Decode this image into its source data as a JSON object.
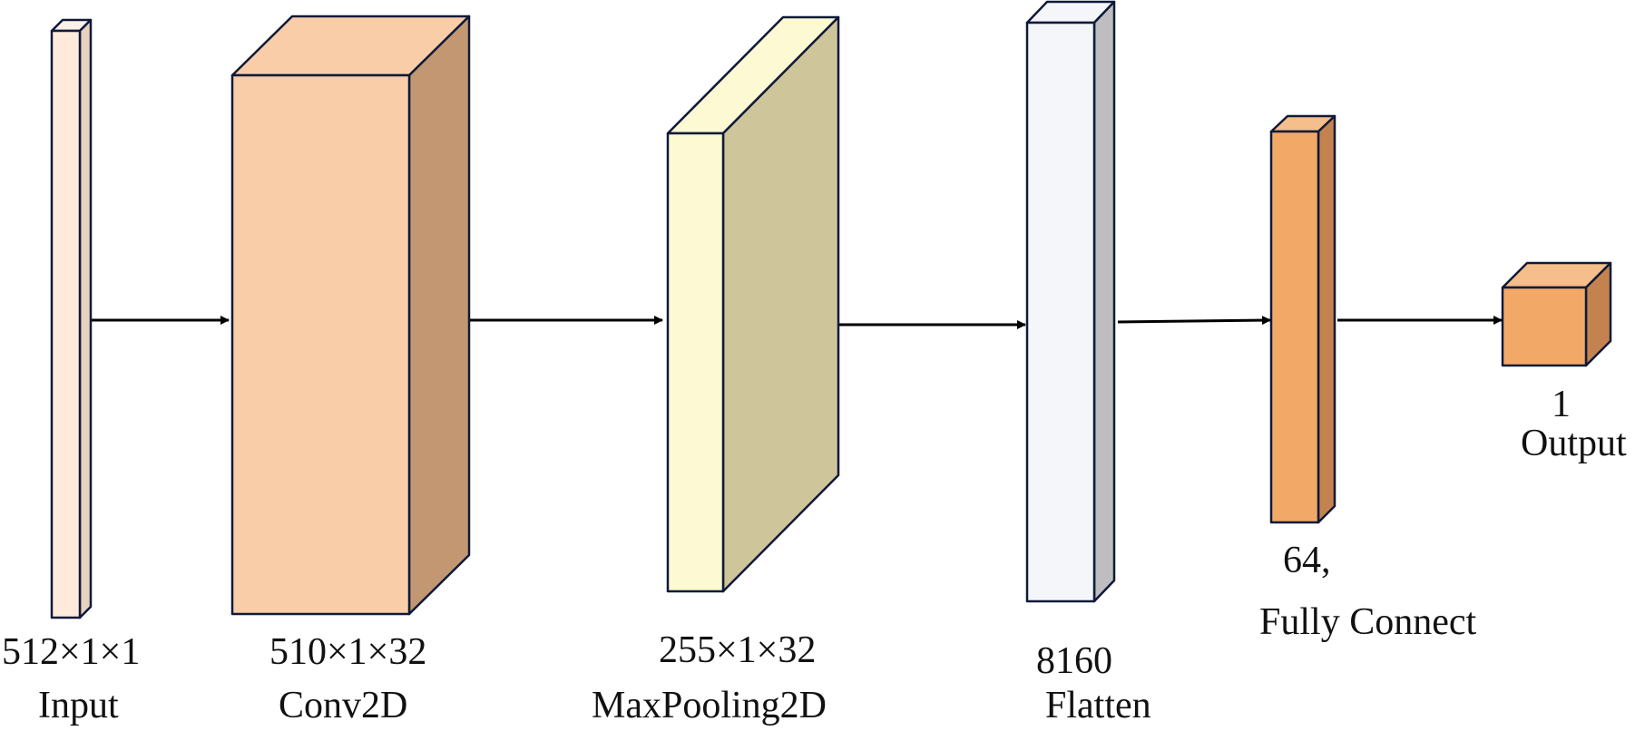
{
  "layers": [
    {
      "id": "input",
      "dims": "512×1×1",
      "name": "Input",
      "colors": {
        "front": "#FDEADB",
        "top": "#FBF1E8",
        "side": "#E8D2C0"
      }
    },
    {
      "id": "conv2d",
      "dims": "510×1×32",
      "name": "Conv2D",
      "colors": {
        "front": "#F8CDA8",
        "top": "#F8CDA8",
        "side": "#C39772"
      }
    },
    {
      "id": "maxpool",
      "dims": "255×1×32",
      "name": "MaxPooling2D",
      "colors": {
        "front": "#FDF9D2",
        "top": "#FDF9D2",
        "side": "#CFC59A"
      }
    },
    {
      "id": "flatten",
      "dims": "8160",
      "name": "Flatten",
      "colors": {
        "front": "#F4F6F9",
        "top": "#F4F6F9",
        "side": "#BEBEC0"
      }
    },
    {
      "id": "dense",
      "dims": "64,",
      "name": "Fully Connect",
      "colors": {
        "front": "#F2A968",
        "top": "#F5BE8A",
        "side": "#C4834E"
      }
    },
    {
      "id": "output",
      "dims": "1",
      "name": "Output",
      "colors": {
        "front": "#F2A968",
        "top": "#F5BE8A",
        "side": "#C4834E"
      }
    }
  ],
  "style": {
    "outline": "#0F1A3A",
    "arrow": "#000000"
  }
}
